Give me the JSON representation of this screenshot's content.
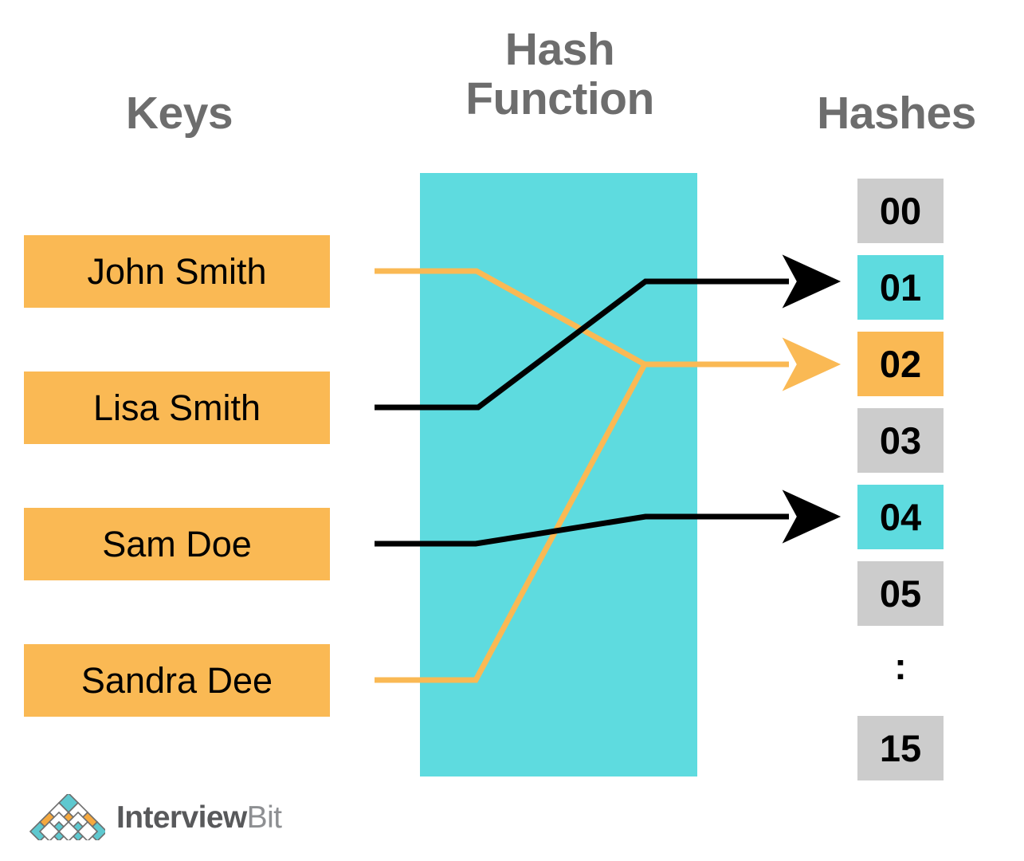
{
  "diagram": {
    "title_keys": "Keys",
    "title_hash_function": "Hash\nFunction",
    "title_hashes": "Hashes",
    "colors": {
      "orange": "#FAB954",
      "cyan": "#5EDBDF",
      "gray_box": "#CCCCCC",
      "heading_gray": "#6D6D6D",
      "black": "#000000",
      "background": "#FFFFFF"
    }
  },
  "keys": [
    {
      "label": "John Smith",
      "connector_color": "#FAB954",
      "maps_to": "02"
    },
    {
      "label": "Lisa Smith",
      "connector_color": "#000000",
      "maps_to": "01"
    },
    {
      "label": "Sam Doe",
      "connector_color": "#000000",
      "maps_to": "04"
    },
    {
      "label": "Sandra Dee",
      "connector_color": "#FAB954",
      "maps_to": "02"
    }
  ],
  "hashes": [
    {
      "label": "00",
      "state": "empty",
      "fill": "#CCCCCC"
    },
    {
      "label": "01",
      "state": "filled",
      "fill": "#5EDBDF"
    },
    {
      "label": "02",
      "state": "collision",
      "fill": "#FAB954"
    },
    {
      "label": "03",
      "state": "empty",
      "fill": "#CCCCCC"
    },
    {
      "label": "04",
      "state": "filled",
      "fill": "#5EDBDF"
    },
    {
      "label": "05",
      "state": "empty",
      "fill": "#CCCCCC"
    },
    {
      "label": "15",
      "state": "empty",
      "fill": "#CCCCCC"
    }
  ],
  "hash_ellipsis": ":",
  "logo": {
    "text_primary": "Interview",
    "text_secondary": "Bit"
  }
}
